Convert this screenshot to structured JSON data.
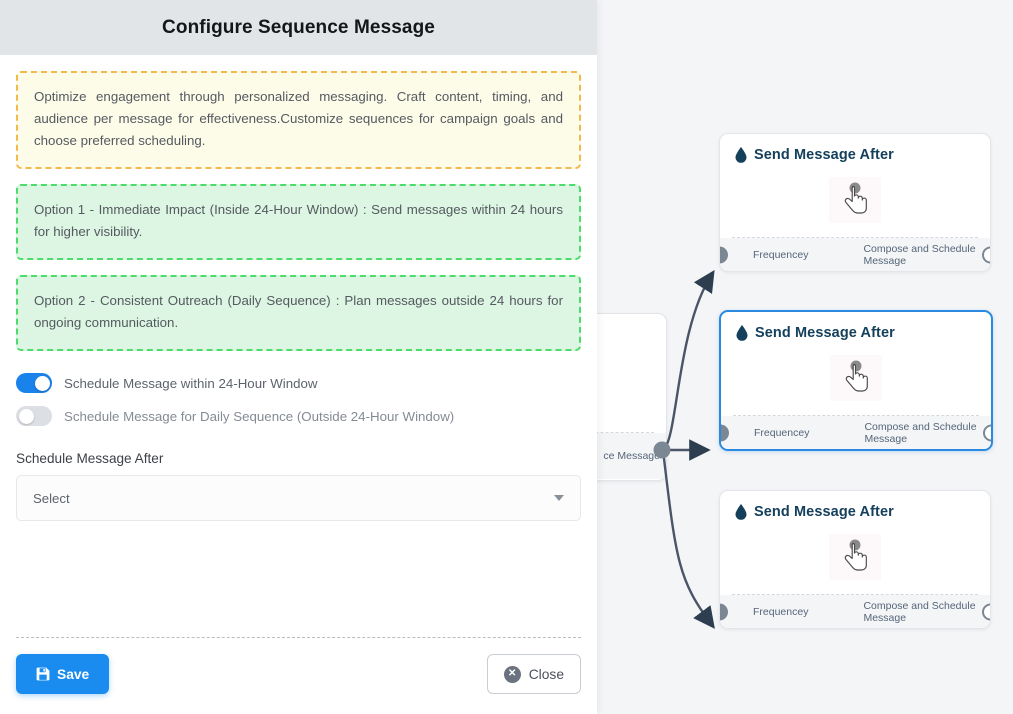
{
  "modal": {
    "title": "Configure Sequence Message",
    "note": "Optimize engagement through personalized messaging. Craft content, timing, and audience per message for effectiveness.Customize sequences for campaign goals and choose preferred scheduling.",
    "option1": "Option 1 - Immediate Impact (Inside 24-Hour Window) : Send messages within 24 hours for higher visibility.",
    "option2": "Option 2 - Consistent Outreach (Daily Sequence) : Plan messages outside 24 hours for ongoing communication.",
    "toggles": [
      {
        "label": "Schedule Message within 24-Hour Window",
        "state": "on"
      },
      {
        "label": "Schedule Message for Daily Sequence (Outside 24-Hour Window)",
        "state": "off"
      }
    ],
    "field": {
      "label": "Schedule Message After",
      "value": "Select"
    },
    "buttons": {
      "save": "Save",
      "close": "Close",
      "save_icon": "save-floppy-icon",
      "close_icon": "circle-x-icon"
    },
    "colors": {
      "header_bg": "#e2e5e8",
      "note_border": "#f3b94d",
      "note_bg": "#fdfce9",
      "option_border": "#4ddc6b",
      "option_bg": "#ddf6e3",
      "toggle_on": "#1a82eb",
      "toggle_off": "#dcdfe3",
      "save_bg": "#1a8cf0"
    }
  },
  "canvas": {
    "background": "#f4f5f7",
    "clipped_node": {
      "footer_label": "ce Message"
    },
    "nodes": [
      {
        "title": "Send Message After",
        "icon": "water-drop-icon",
        "body_icon": "hand-pointer-icon",
        "footer_left": "Frequencey",
        "footer_right": "Compose and Schedule Message",
        "selected": false
      },
      {
        "title": "Send Message After",
        "icon": "water-drop-icon",
        "body_icon": "hand-pointer-icon",
        "footer_left": "Frequencey",
        "footer_right": "Compose and Schedule Message",
        "selected": true
      },
      {
        "title": "Send Message After",
        "icon": "water-drop-icon",
        "body_icon": "hand-pointer-icon",
        "footer_left": "Frequencey",
        "footer_right": "Compose and Schedule Message",
        "selected": false
      }
    ],
    "node_colors": {
      "title": "#15405c",
      "selected_border": "#2b8ae0",
      "handle": "#7c8794",
      "edge": "#4a5568"
    }
  }
}
